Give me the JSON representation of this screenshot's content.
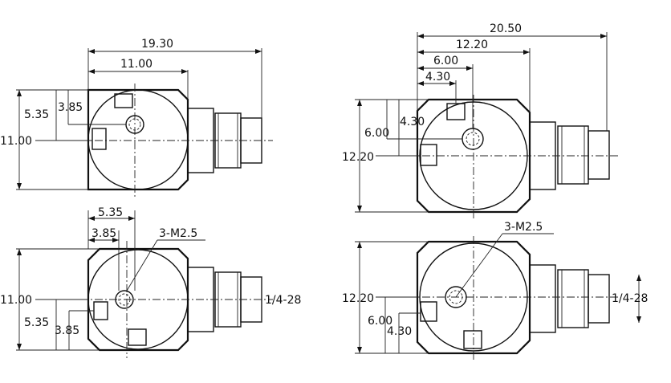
{
  "diagram": {
    "views": [
      {
        "id": "small-top",
        "dims": {
          "overall": "19.30",
          "body": "11.00",
          "hole_offset": "5.35",
          "side_offset": "3.85",
          "height": "11.00"
        }
      },
      {
        "id": "small-bottom",
        "dims": {
          "from_edge": "5.35",
          "inner": "3.85",
          "thread_note": "3-M2.5",
          "height": "11.00",
          "lower_a": "5.35",
          "lower_b": "3.85",
          "connector": "1/4-28"
        }
      },
      {
        "id": "large-top",
        "dims": {
          "overall": "20.50",
          "body": "12.20",
          "hole_offset": "6.00",
          "side_offset": "4.30",
          "height": "12.20",
          "left_a": "4.30",
          "left_b": "6.00"
        }
      },
      {
        "id": "large-bottom",
        "dims": {
          "thread_note": "3-M2.5",
          "height": "12.20",
          "lower_a": "6.00",
          "lower_b": "4.30",
          "connector": "1/4-28"
        }
      }
    ]
  }
}
